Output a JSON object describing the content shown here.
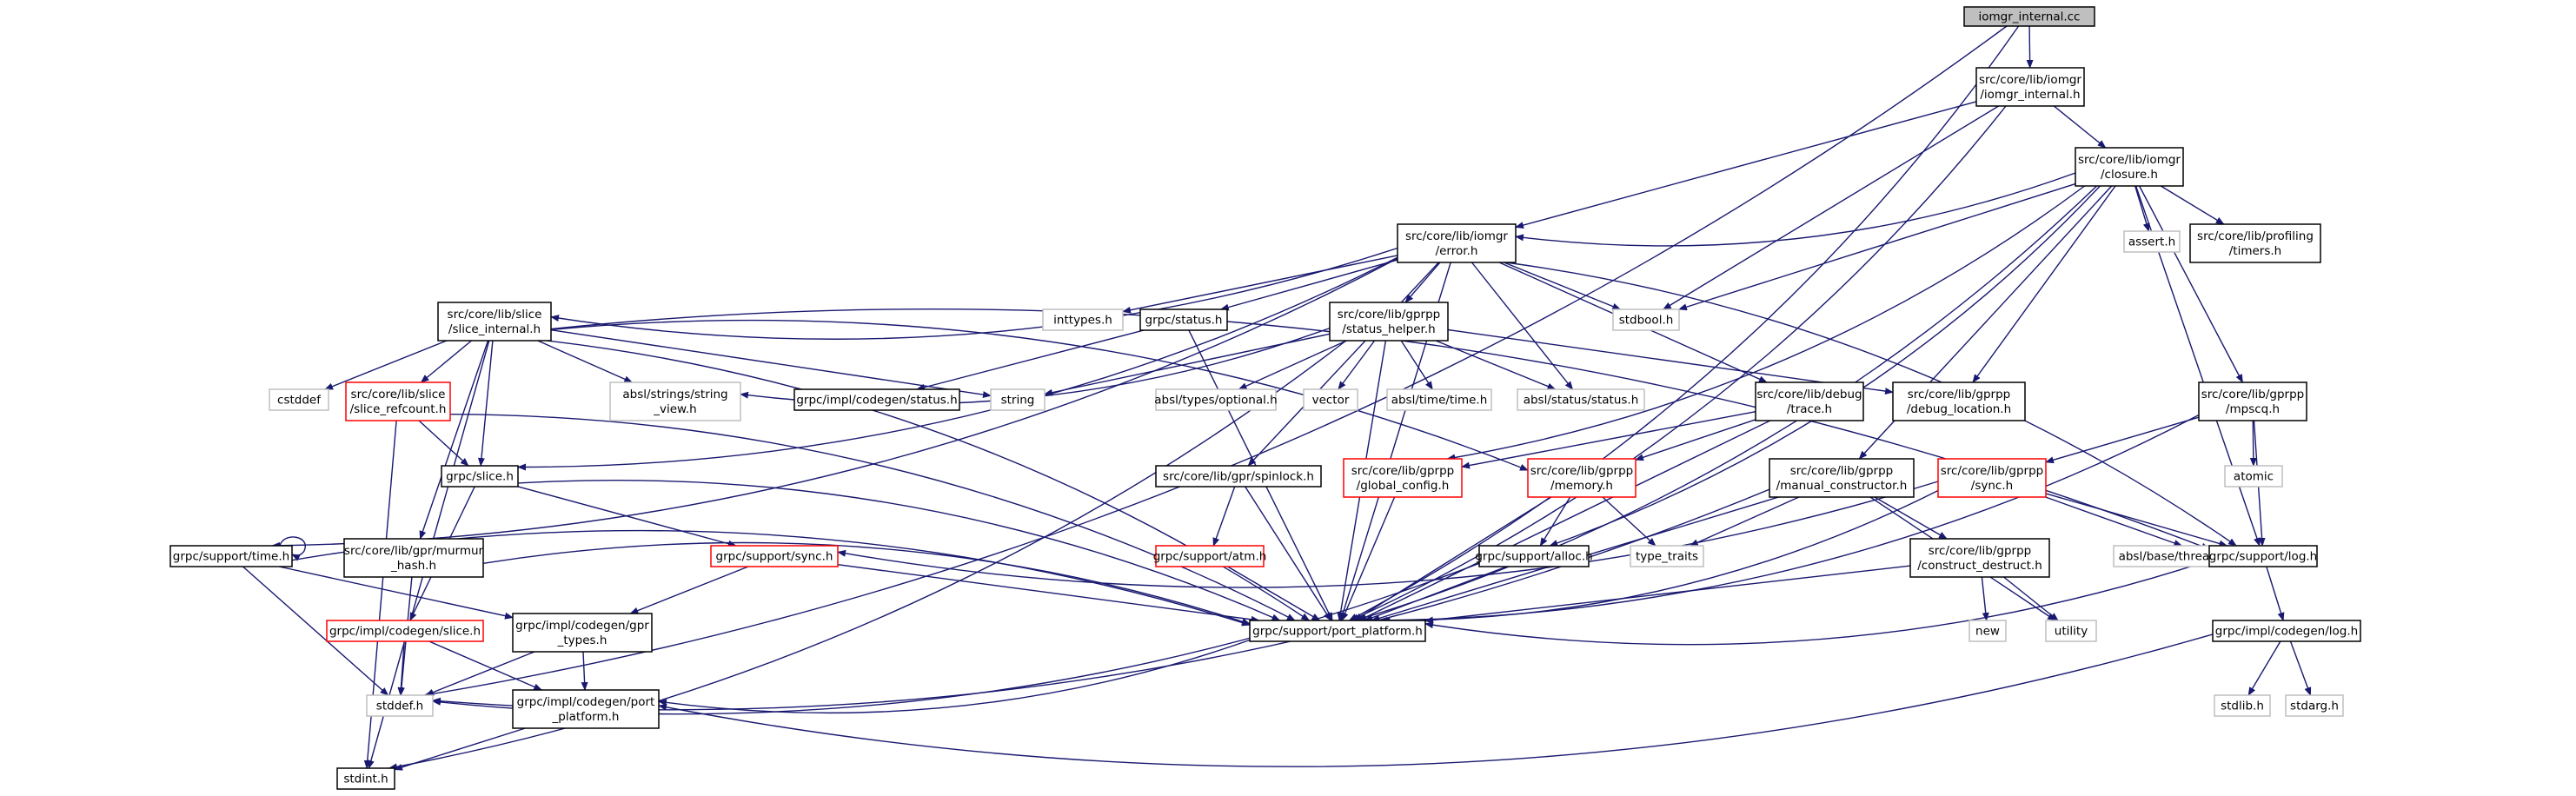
{
  "colors": {
    "edge": "#191970",
    "normal_border": "#000000",
    "missing_border": "#bfbfbf",
    "red_border": "#ff0000",
    "root_fill": "#bfbfbf",
    "fill": "#ffffff"
  },
  "nodes": [
    {
      "id": "root",
      "kind": "root",
      "lines": [
        "iomgr_internal.cc"
      ]
    },
    {
      "id": "iomgr_internal_h",
      "kind": "normal",
      "lines": [
        "src/core/lib/iomgr",
        "/iomgr_internal.h"
      ]
    },
    {
      "id": "closure_h",
      "kind": "normal",
      "lines": [
        "src/core/lib/iomgr",
        "/closure.h"
      ]
    },
    {
      "id": "error_h",
      "kind": "normal",
      "lines": [
        "src/core/lib/iomgr",
        "/error.h"
      ]
    },
    {
      "id": "assert_h",
      "kind": "missing",
      "lines": [
        "assert.h"
      ]
    },
    {
      "id": "timers_h",
      "kind": "normal",
      "lines": [
        "src/core/lib/profiling",
        "/timers.h"
      ]
    },
    {
      "id": "stdbool_h",
      "kind": "missing",
      "lines": [
        "stdbool.h"
      ]
    },
    {
      "id": "slice_internal_h",
      "kind": "normal",
      "lines": [
        "src/core/lib/slice",
        "/slice_internal.h"
      ]
    },
    {
      "id": "inttypes_h",
      "kind": "missing",
      "lines": [
        "inttypes.h"
      ]
    },
    {
      "id": "grpc_status_h",
      "kind": "normal",
      "lines": [
        "grpc/status.h"
      ]
    },
    {
      "id": "status_helper_h",
      "kind": "normal",
      "lines": [
        "src/core/lib/gprpp",
        "/status_helper.h"
      ]
    },
    {
      "id": "cstddef",
      "kind": "missing",
      "lines": [
        "cstddef"
      ]
    },
    {
      "id": "slice_refcount_h",
      "kind": "red",
      "lines": [
        "src/core/lib/slice",
        "/slice_refcount.h"
      ]
    },
    {
      "id": "string_view_h",
      "kind": "missing",
      "lines": [
        "absl/strings/string",
        "_view.h"
      ]
    },
    {
      "id": "string",
      "kind": "missing",
      "lines": [
        "string"
      ]
    },
    {
      "id": "codegen_status_h",
      "kind": "normal",
      "lines": [
        "grpc/impl/codegen/status.h"
      ]
    },
    {
      "id": "optional_h",
      "kind": "missing",
      "lines": [
        "absl/types/optional.h"
      ]
    },
    {
      "id": "vector",
      "kind": "missing",
      "lines": [
        "vector"
      ]
    },
    {
      "id": "time_h_absl",
      "kind": "missing",
      "lines": [
        "absl/time/time.h"
      ]
    },
    {
      "id": "absl_status_h",
      "kind": "missing",
      "lines": [
        "absl/status/status.h"
      ]
    },
    {
      "id": "trace_h",
      "kind": "normal",
      "lines": [
        "src/core/lib/debug",
        "/trace.h"
      ]
    },
    {
      "id": "debug_location_h",
      "kind": "normal",
      "lines": [
        "src/core/lib/gprpp",
        "/debug_location.h"
      ]
    },
    {
      "id": "mpscq_h",
      "kind": "normal",
      "lines": [
        "src/core/lib/gprpp",
        "/mpscq.h"
      ]
    },
    {
      "id": "atomic",
      "kind": "missing",
      "lines": [
        "atomic"
      ]
    },
    {
      "id": "slice_h",
      "kind": "normal",
      "lines": [
        "grpc/slice.h"
      ]
    },
    {
      "id": "spinlock_h",
      "kind": "normal",
      "lines": [
        "src/core/lib/gpr/spinlock.h"
      ]
    },
    {
      "id": "global_config_h",
      "kind": "red",
      "lines": [
        "src/core/lib/gprpp",
        "/global_config.h"
      ]
    },
    {
      "id": "memory_h",
      "kind": "red",
      "lines": [
        "src/core/lib/gprpp",
        "/memory.h"
      ]
    },
    {
      "id": "manual_constructor_h",
      "kind": "normal",
      "lines": [
        "src/core/lib/gprpp",
        "/manual_constructor.h"
      ]
    },
    {
      "id": "sync_h",
      "kind": "red",
      "lines": [
        "src/core/lib/gprpp",
        "/sync.h"
      ]
    },
    {
      "id": "support_time_h",
      "kind": "normal",
      "lines": [
        "grpc/support/time.h"
      ]
    },
    {
      "id": "murmur_hash_h",
      "kind": "normal",
      "lines": [
        "src/core/lib/gpr/murmur",
        "_hash.h"
      ]
    },
    {
      "id": "support_sync_h",
      "kind": "red",
      "lines": [
        "grpc/support/sync.h"
      ]
    },
    {
      "id": "atm_h",
      "kind": "red",
      "lines": [
        "grpc/support/atm.h"
      ]
    },
    {
      "id": "alloc_h",
      "kind": "normal",
      "lines": [
        "grpc/support/alloc.h"
      ]
    },
    {
      "id": "type_traits",
      "kind": "missing",
      "lines": [
        "type_traits"
      ]
    },
    {
      "id": "construct_destruct_h",
      "kind": "normal",
      "lines": [
        "src/core/lib/gprpp",
        "/construct_destruct.h"
      ]
    },
    {
      "id": "thread_annotations_h",
      "kind": "missing",
      "lines": [
        "absl/base/thread_annotations.h"
      ]
    },
    {
      "id": "support_log_h",
      "kind": "normal",
      "lines": [
        "grpc/support/log.h"
      ]
    },
    {
      "id": "codegen_slice_h",
      "kind": "red",
      "lines": [
        "grpc/impl/codegen/slice.h"
      ]
    },
    {
      "id": "gpr_types_h",
      "kind": "normal",
      "lines": [
        "grpc/impl/codegen/gpr",
        "_types.h"
      ]
    },
    {
      "id": "port_platform_h",
      "kind": "normal",
      "lines": [
        "grpc/support/port_platform.h"
      ]
    },
    {
      "id": "new",
      "kind": "missing",
      "lines": [
        "new"
      ]
    },
    {
      "id": "utility",
      "kind": "missing",
      "lines": [
        "utility"
      ]
    },
    {
      "id": "codegen_log_h",
      "kind": "normal",
      "lines": [
        "grpc/impl/codegen/log.h"
      ]
    },
    {
      "id": "stddef_h",
      "kind": "missing",
      "lines": [
        "stddef.h"
      ]
    },
    {
      "id": "codegen_port_platform_h",
      "kind": "normal",
      "lines": [
        "grpc/impl/codegen/port",
        "_platform.h"
      ]
    },
    {
      "id": "stdlib_h",
      "kind": "missing",
      "lines": [
        "stdlib.h"
      ]
    },
    {
      "id": "stdarg_h",
      "kind": "missing",
      "lines": [
        "stdarg.h"
      ]
    },
    {
      "id": "stdint_h",
      "kind": "normal",
      "lines": [
        "stdint.h"
      ]
    }
  ],
  "edges": [
    [
      "root",
      "iomgr_internal_h"
    ],
    [
      "root",
      "stddef_h"
    ],
    [
      "root",
      "port_platform_h"
    ],
    [
      "iomgr_internal_h",
      "closure_h"
    ],
    [
      "iomgr_internal_h",
      "error_h"
    ],
    [
      "iomgr_internal_h",
      "stdbool_h"
    ],
    [
      "iomgr_internal_h",
      "port_platform_h"
    ],
    [
      "closure_h",
      "error_h"
    ],
    [
      "closure_h",
      "assert_h"
    ],
    [
      "closure_h",
      "timers_h"
    ],
    [
      "closure_h",
      "stdbool_h"
    ],
    [
      "closure_h",
      "debug_location_h"
    ],
    [
      "closure_h",
      "mpscq_h"
    ],
    [
      "closure_h",
      "manual_constructor_h"
    ],
    [
      "closure_h",
      "alloc_h"
    ],
    [
      "closure_h",
      "support_log_h"
    ],
    [
      "closure_h",
      "port_platform_h"
    ],
    [
      "closure_h",
      "global_config_h"
    ],
    [
      "error_h",
      "slice_internal_h"
    ],
    [
      "error_h",
      "inttypes_h"
    ],
    [
      "error_h",
      "grpc_status_h"
    ],
    [
      "error_h",
      "status_helper_h"
    ],
    [
      "error_h",
      "stdbool_h"
    ],
    [
      "error_h",
      "absl_status_h"
    ],
    [
      "error_h",
      "trace_h"
    ],
    [
      "error_h",
      "support_time_h"
    ],
    [
      "error_h",
      "slice_h"
    ],
    [
      "error_h",
      "port_platform_h"
    ],
    [
      "error_h",
      "support_log_h"
    ],
    [
      "error_h",
      "spinlock_h"
    ],
    [
      "slice_internal_h",
      "cstddef"
    ],
    [
      "slice_internal_h",
      "slice_refcount_h"
    ],
    [
      "slice_internal_h",
      "string_view_h"
    ],
    [
      "slice_internal_h",
      "string"
    ],
    [
      "slice_internal_h",
      "slice_h"
    ],
    [
      "slice_internal_h",
      "murmur_hash_h"
    ],
    [
      "slice_internal_h",
      "memory_h"
    ],
    [
      "slice_internal_h",
      "support_log_h"
    ],
    [
      "slice_internal_h",
      "port_platform_h"
    ],
    [
      "slice_internal_h",
      "stdint_h"
    ],
    [
      "grpc_status_h",
      "codegen_status_h"
    ],
    [
      "grpc_status_h",
      "port_platform_h"
    ],
    [
      "status_helper_h",
      "string_view_h"
    ],
    [
      "status_helper_h",
      "string"
    ],
    [
      "status_helper_h",
      "optional_h"
    ],
    [
      "status_helper_h",
      "vector"
    ],
    [
      "status_helper_h",
      "time_h_absl"
    ],
    [
      "status_helper_h",
      "absl_status_h"
    ],
    [
      "status_helper_h",
      "debug_location_h"
    ],
    [
      "status_helper_h",
      "port_platform_h"
    ],
    [
      "status_helper_h",
      "stdint_h"
    ],
    [
      "slice_refcount_h",
      "slice_h"
    ],
    [
      "slice_refcount_h",
      "port_platform_h"
    ],
    [
      "slice_refcount_h",
      "stdint_h"
    ],
    [
      "trace_h",
      "global_config_h"
    ],
    [
      "trace_h",
      "memory_h"
    ],
    [
      "trace_h",
      "port_platform_h"
    ],
    [
      "mpscq_h",
      "atomic"
    ],
    [
      "mpscq_h",
      "sync_h"
    ],
    [
      "mpscq_h",
      "support_log_h"
    ],
    [
      "mpscq_h",
      "port_platform_h"
    ],
    [
      "slice_h",
      "support_sync_h"
    ],
    [
      "slice_h",
      "codegen_slice_h"
    ],
    [
      "slice_h",
      "port_platform_h"
    ],
    [
      "spinlock_h",
      "atm_h"
    ],
    [
      "spinlock_h",
      "port_platform_h"
    ],
    [
      "global_config_h",
      "port_platform_h"
    ],
    [
      "memory_h",
      "alloc_h"
    ],
    [
      "memory_h",
      "type_traits"
    ],
    [
      "memory_h",
      "port_platform_h"
    ],
    [
      "manual_constructor_h",
      "construct_destruct_h"
    ],
    [
      "manual_constructor_h",
      "type_traits"
    ],
    [
      "manual_constructor_h",
      "utility"
    ],
    [
      "manual_constructor_h",
      "port_platform_h"
    ],
    [
      "manual_constructor_h",
      "stddef_h"
    ],
    [
      "sync_h",
      "support_sync_h"
    ],
    [
      "sync_h",
      "thread_annotations_h"
    ],
    [
      "sync_h",
      "support_log_h"
    ],
    [
      "sync_h",
      "port_platform_h"
    ],
    [
      "support_time_h",
      "support_time_h"
    ],
    [
      "support_time_h",
      "port_platform_h"
    ],
    [
      "support_time_h",
      "stddef_h"
    ],
    [
      "support_time_h",
      "gpr_types_h"
    ],
    [
      "murmur_hash_h",
      "port_platform_h"
    ],
    [
      "murmur_hash_h",
      "stddef_h"
    ],
    [
      "support_sync_h",
      "gpr_types_h"
    ],
    [
      "support_sync_h",
      "port_platform_h"
    ],
    [
      "atm_h",
      "port_platform_h"
    ],
    [
      "alloc_h",
      "port_platform_h"
    ],
    [
      "alloc_h",
      "stddef_h"
    ],
    [
      "construct_destruct_h",
      "new"
    ],
    [
      "construct_destruct_h",
      "utility"
    ],
    [
      "construct_destruct_h",
      "port_platform_h"
    ],
    [
      "support_log_h",
      "codegen_log_h"
    ],
    [
      "support_log_h",
      "port_platform_h"
    ],
    [
      "codegen_slice_h",
      "stddef_h"
    ],
    [
      "codegen_slice_h",
      "codegen_port_platform_h"
    ],
    [
      "gpr_types_h",
      "stddef_h"
    ],
    [
      "gpr_types_h",
      "codegen_port_platform_h"
    ],
    [
      "port_platform_h",
      "codegen_port_platform_h"
    ],
    [
      "codegen_log_h",
      "stdlib_h"
    ],
    [
      "codegen_log_h",
      "stdarg_h"
    ],
    [
      "codegen_log_h",
      "codegen_port_platform_h"
    ],
    [
      "codegen_port_platform_h",
      "stdint_h"
    ]
  ]
}
